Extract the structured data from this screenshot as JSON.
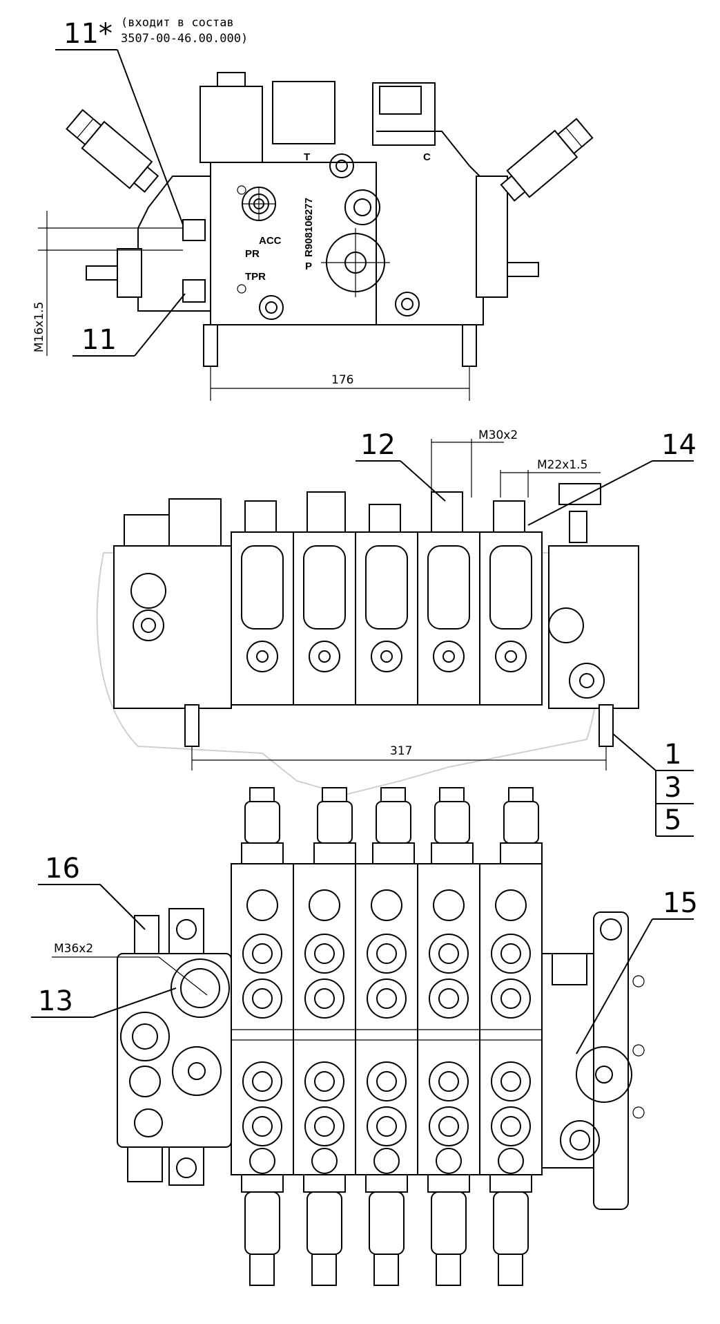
{
  "callouts": {
    "c11_star": "11*",
    "c11": "11",
    "c12": "12",
    "c14": "14",
    "c1": "1",
    "c3": "3",
    "c5": "5",
    "c16": "16",
    "c13": "13",
    "c15": "15"
  },
  "note": {
    "line1": "(входит в состав",
    "line2": "3507-00-46.00.000)"
  },
  "dimensions": {
    "m16": "M16x1.5",
    "d176": "176",
    "m30": "M30x2",
    "m22": "M22x1.5",
    "d317": "317",
    "m36": "M36x2"
  },
  "ports": {
    "t": "T",
    "c": "C",
    "acc": "ACC",
    "pr": "PR",
    "tpr": "TPR",
    "p": "P",
    "part_number": "R908106277"
  }
}
